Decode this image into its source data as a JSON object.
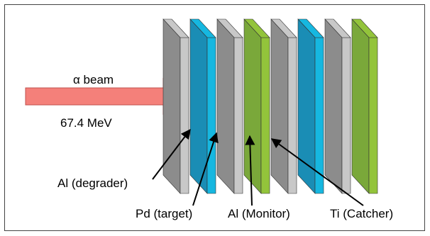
{
  "beam": {
    "label": "α beam",
    "energy": "67.4 MeV",
    "arrow_color": "#f4807a"
  },
  "labels": {
    "degrader": "Al (degrader)",
    "target": "Pd (target)",
    "monitor": "Al (Monitor)",
    "catcher": "Ti (Catcher)"
  },
  "stack": [
    "Al",
    "Pd",
    "Al",
    "Ti",
    "Al",
    "Pd",
    "Al",
    "Ti"
  ],
  "colors": {
    "Al": {
      "front": "#8c8c8c",
      "side": "#c8c8c8"
    },
    "Pd": {
      "front": "#1a8db5",
      "side": "#16b7e0"
    },
    "Ti": {
      "front": "#7aa83a",
      "side": "#93c43b"
    }
  }
}
